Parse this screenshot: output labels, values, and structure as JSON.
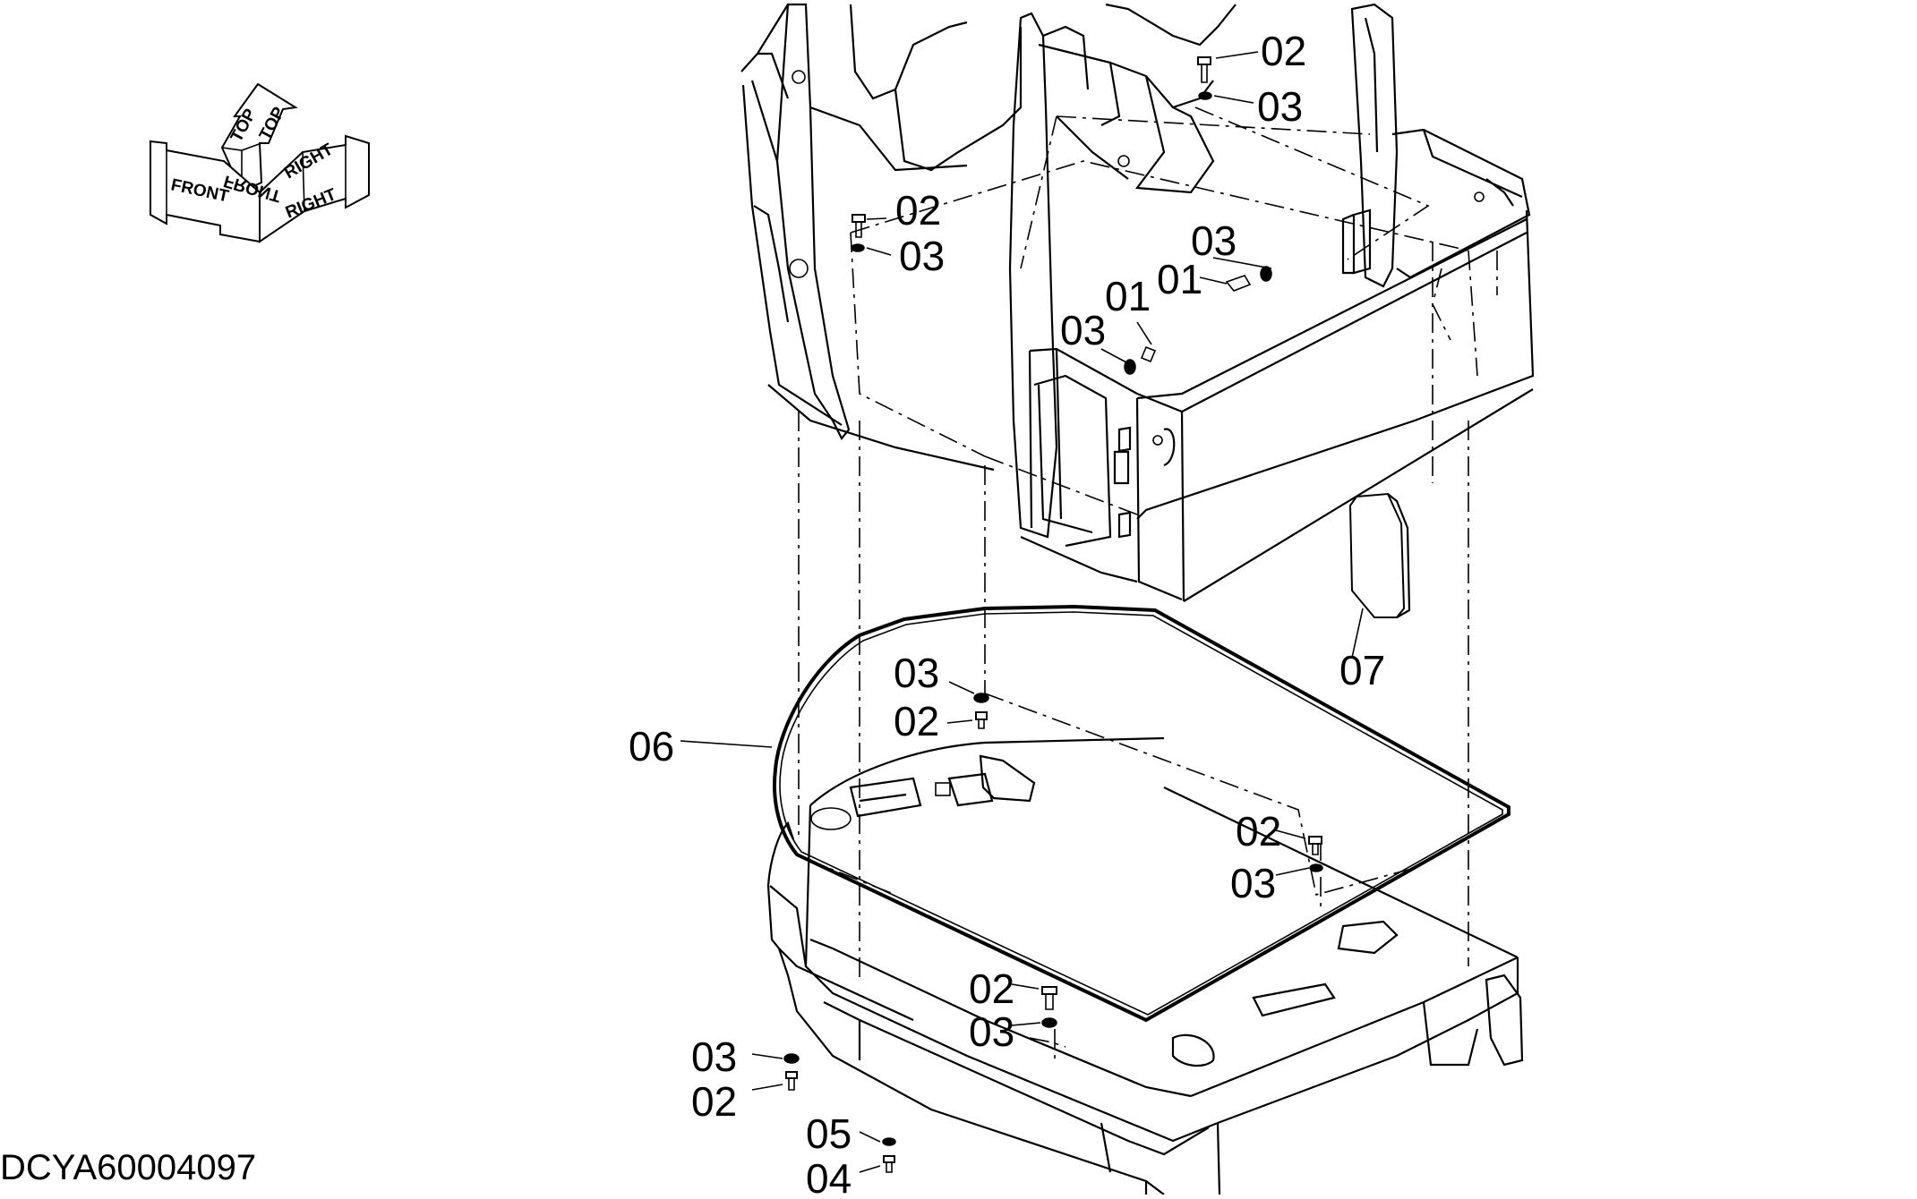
{
  "drawing_code": "DCYA60004097",
  "orientation": {
    "top_1": "TOP",
    "top_2": "TOP",
    "front": "FRONT",
    "front_mirror": "FRONT",
    "right": "RIGHT",
    "right_mirror": "RIGHT"
  },
  "callouts": [
    {
      "id": "c1",
      "label": "02"
    },
    {
      "id": "c2",
      "label": "03"
    },
    {
      "id": "c3",
      "label": "02"
    },
    {
      "id": "c4",
      "label": "03"
    },
    {
      "id": "c5",
      "label": "03"
    },
    {
      "id": "c6",
      "label": "01"
    },
    {
      "id": "c7",
      "label": "01"
    },
    {
      "id": "c8",
      "label": "03"
    },
    {
      "id": "c9",
      "label": "07"
    },
    {
      "id": "c10",
      "label": "03"
    },
    {
      "id": "c11",
      "label": "02"
    },
    {
      "id": "c12",
      "label": "06"
    },
    {
      "id": "c13",
      "label": "02"
    },
    {
      "id": "c14",
      "label": "03"
    },
    {
      "id": "c15",
      "label": "02"
    },
    {
      "id": "c16",
      "label": "03"
    },
    {
      "id": "c17",
      "label": "03"
    },
    {
      "id": "c18",
      "label": "02"
    },
    {
      "id": "c19",
      "label": "05"
    },
    {
      "id": "c20",
      "label": "04"
    }
  ]
}
